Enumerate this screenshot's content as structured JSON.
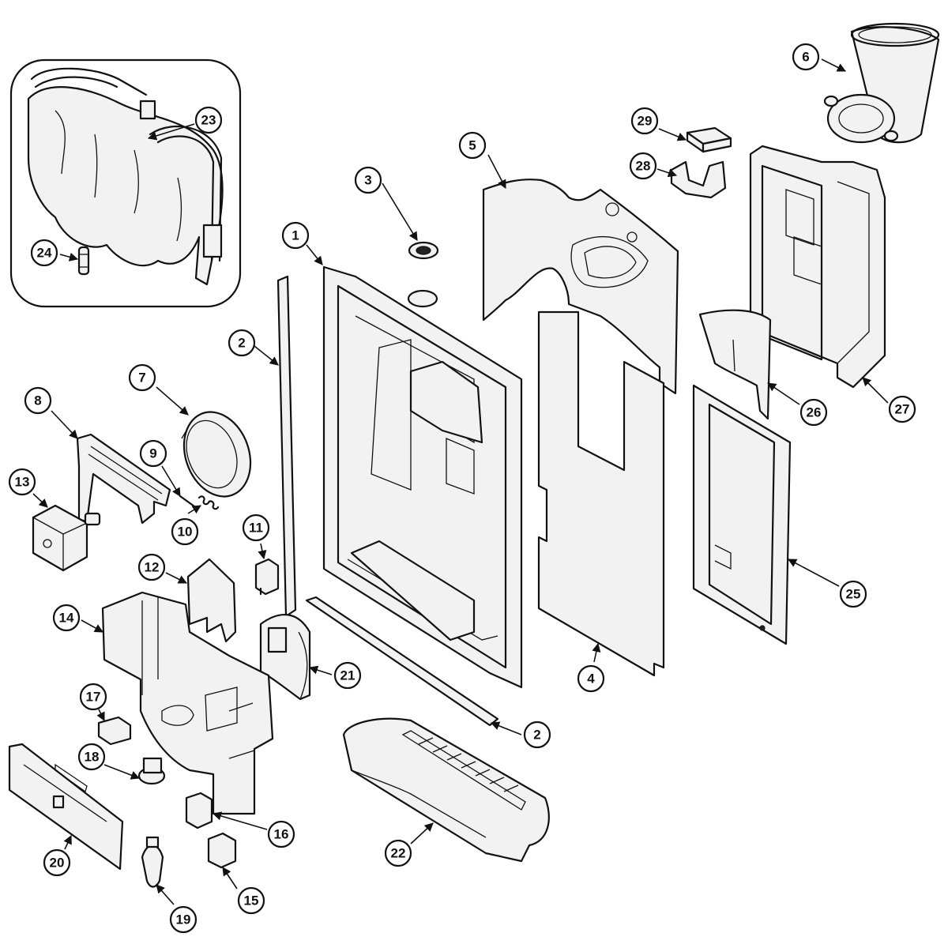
{
  "diagram": {
    "callouts": [
      {
        "label": "1"
      },
      {
        "label": "2"
      },
      {
        "label": "2"
      },
      {
        "label": "3"
      },
      {
        "label": "4"
      },
      {
        "label": "5"
      },
      {
        "label": "6"
      },
      {
        "label": "7"
      },
      {
        "label": "8"
      },
      {
        "label": "9"
      },
      {
        "label": "10"
      },
      {
        "label": "11"
      },
      {
        "label": "12"
      },
      {
        "label": "13"
      },
      {
        "label": "14"
      },
      {
        "label": "15"
      },
      {
        "label": "16"
      },
      {
        "label": "17"
      },
      {
        "label": "18"
      },
      {
        "label": "19"
      },
      {
        "label": "20"
      },
      {
        "label": "21"
      },
      {
        "label": "22"
      },
      {
        "label": "23"
      },
      {
        "label": "24"
      },
      {
        "label": "25"
      },
      {
        "label": "26"
      },
      {
        "label": "27"
      },
      {
        "label": "28"
      },
      {
        "label": "29"
      }
    ]
  }
}
